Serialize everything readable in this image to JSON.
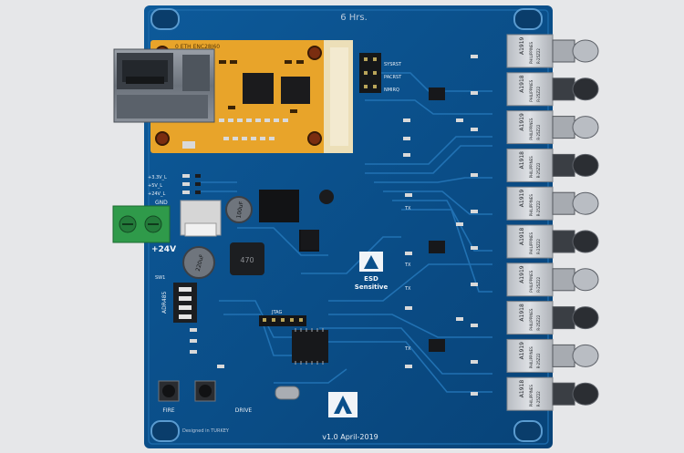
{
  "board": {
    "top_label": "6 Hrs.",
    "version_label": "v1.0  April-2019",
    "credit_label": "Designed in TURKEY",
    "esd_line1": "ESD",
    "esd_line2": "Sensitive",
    "power_label": "+24V",
    "gnd_label": "GND",
    "switch_label": "SW1",
    "dip_label": "ADR485",
    "jtag_label": "JTAG",
    "fire_label": "FIRE",
    "drive_label": "DRIVE",
    "inductor_label": "470",
    "cap1_label": "100uF",
    "cap2_label": "220uF",
    "header_labels": [
      "SYSRST",
      "PACRST",
      "NMIRQ"
    ],
    "led_labels": [
      "+3.3V_L",
      "+5V_L",
      "+24V_L"
    ],
    "module_label": "0 ETH  ENC28J60",
    "tx_labels": [
      "TX",
      "TX",
      "TX",
      "TX"
    ],
    "connector_labels": [
      "A1919",
      "A1918",
      "A1919",
      "A1918",
      "A1919",
      "A1918",
      "A1919",
      "A1918",
      "A1919",
      "A1918"
    ],
    "connector_brand": "PHILIPPINES",
    "connector_part": "R-25Z22"
  },
  "colors": {
    "background": "#e6e7e9",
    "pcb": "#0b4f8a",
    "pcb_dark": "#073b6c",
    "trace": "#1f6fb0",
    "module": "#e8a42a",
    "connector": "#c9ccd1"
  }
}
